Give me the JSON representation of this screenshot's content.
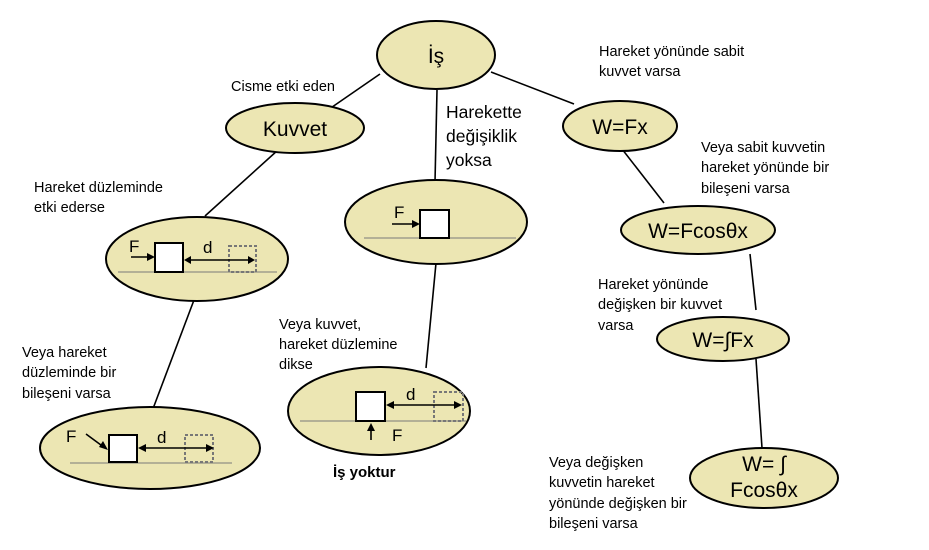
{
  "nodes": {
    "is": "İş",
    "kuvvet": "Kuvvet",
    "wfx": "W=Fx",
    "wfcos": "W=Fcosθx",
    "wintfx": "W=∫Fx",
    "wintfcos_line1": "W= ∫",
    "wintfcos_line2": "Fcosθx"
  },
  "edge_labels": {
    "cisme": "Cisme etki eden",
    "hareket_yonunde_sabit": [
      "Hareket yönünde sabit",
      "kuvvet varsa"
    ],
    "harekette_degisiklik": [
      "Harekette",
      "değişiklik",
      "yoksa"
    ],
    "veya_sabit_kuvvetin": [
      "Veya sabit kuvvetin",
      "hareket yönünde bir",
      "bileşeni varsa"
    ],
    "hareket_duzleminde": [
      "Hareket düzleminde",
      "etki ederse"
    ],
    "hareket_yonunde_degisken": [
      "Hareket yönünde",
      "değişken bir kuvvet",
      "varsa"
    ],
    "veya_kuvvet_dikse": [
      "Veya kuvvet,",
      "hareket düzlemine",
      "dikse"
    ],
    "veya_hareket_duzleminde": [
      "Veya hareket",
      "düzleminde bir",
      "bileşeni varsa"
    ],
    "veya_degisken": [
      "Veya değişken",
      "kuvvetin hareket",
      "yönünde değişken bir",
      "bileşeni varsa"
    ]
  },
  "result_label": "İş yoktur",
  "symbols": {
    "force": "F",
    "distance": "d"
  }
}
